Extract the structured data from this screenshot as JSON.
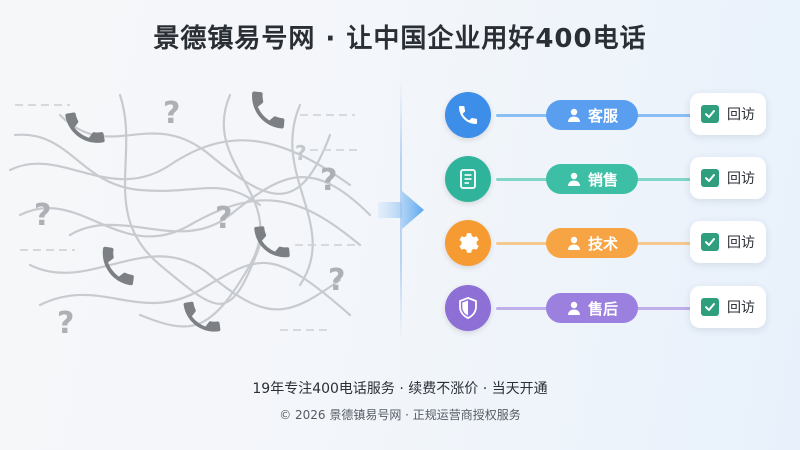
{
  "title": "景德镇易号网 · 让中国企业用好400电话",
  "routes": [
    {
      "icon": "phone-icon",
      "label": "客服",
      "check_label": "回访",
      "color": "#3d8ee8",
      "line_color": "#78b3f3"
    },
    {
      "icon": "document-icon",
      "label": "销售",
      "check_label": "回访",
      "color": "#2fb49b",
      "line_color": "#6fd0bd"
    },
    {
      "icon": "gear-icon",
      "label": "技术",
      "check_label": "回访",
      "color": "#f59b32",
      "line_color": "#f6bf7a"
    },
    {
      "icon": "shield-icon",
      "label": "售后",
      "check_label": "回访",
      "color": "#8d6fd6",
      "line_color": "#b6a2e8"
    }
  ],
  "footer": {
    "line1": "19年专注400电话服务 · 续费不涨价 · 当天开通",
    "line2": "© 2026 景德镇易号网 · 正规运营商授权服务"
  }
}
